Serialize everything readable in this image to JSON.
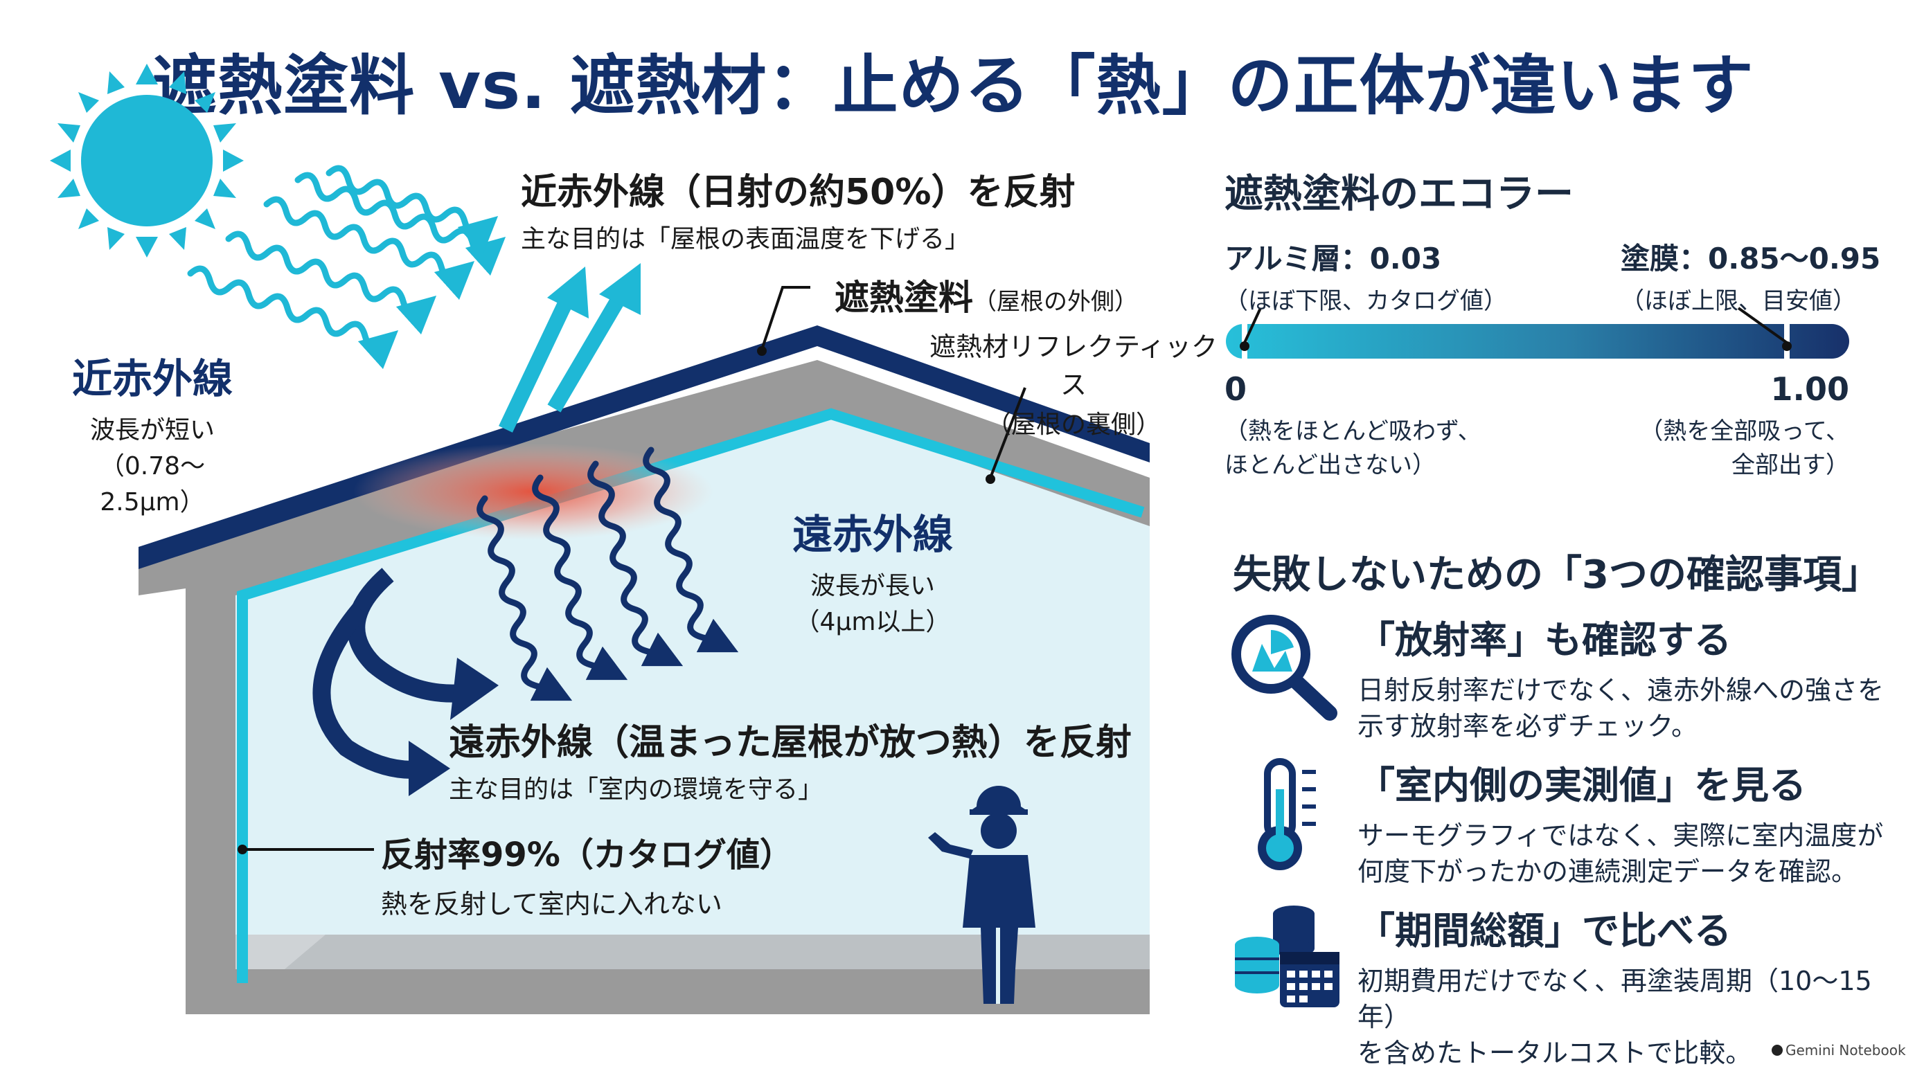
{
  "title": "遮熱塗料 vs. 遮熱材：止める「熱」の正体が違います",
  "near_ir": {
    "label": "近赤外線",
    "sub1": "波長が短い",
    "sub2": "（0.78〜2.5μm）"
  },
  "reflect_near": {
    "title": "近赤外線（日射の約50%）を反射",
    "sub": "主な目的は「屋根の表面温度を下げる」"
  },
  "paint_label": {
    "main": "遮熱塗料",
    "paren": "（屋根の外側）"
  },
  "sheet_label": {
    "main": "遮熱材リフレクティックス",
    "paren": "（屋根の裏側）"
  },
  "far_ir": {
    "label": "遠赤外線",
    "sub1": "波長が長い",
    "sub2": "（4μm以上）"
  },
  "reflect_far": {
    "title": "遠赤外線（温まった屋根が放つ熱）を反射",
    "sub": "主な目的は「室内の環境を守る」"
  },
  "reflectivity": {
    "title": "反射率99%（カタログ値）",
    "sub": "熱を反射して室内に入れない"
  },
  "emissivity": {
    "section_title": "遮熱塗料のエコラー",
    "alu_label": "アルミ層：0.03",
    "alu_sub": "（ほぼ下限、カタログ値）",
    "coat_label": "塗膜：0.85〜0.95",
    "coat_sub": "（ほぼ上限、目安値）",
    "min_label": "0",
    "min_sub1": "（熱をほとんど吸わず、",
    "min_sub2": "ほとんど出さない）",
    "max_label": "1.00",
    "max_sub1": "（熱を全部吸って、",
    "max_sub2": "全部出す）",
    "alu_value": 0.03,
    "coat_value": 0.9
  },
  "checks": {
    "section_title": "失敗しないための「3つの確認事項」",
    "items": [
      {
        "icon": "magnifier-chart-icon",
        "title": "「放射率」も確認する",
        "line1": "日射反射率だけでなく、遠赤外線への強さを",
        "line2": "示す放射率を必ずチェック。"
      },
      {
        "icon": "thermometer-icon",
        "title": "「室内側の実測値」を見る",
        "line1": "サーモグラフィではなく、実際に室内温度が",
        "line2": "何度下がったかの連続測定データを確認。"
      },
      {
        "icon": "coins-calendar-icon",
        "title": "「期間総額」で比べる",
        "line1": "初期費用だけでなく、再塗装周期（10〜15年）",
        "line2": "を含めたトータルコストで比較。"
      }
    ]
  },
  "credit": "Gemini Notebook",
  "colors": {
    "navy": "#12306b",
    "cyan": "#1fb8d6",
    "sheet": "#20c2dc",
    "interior": "#dff2f7",
    "wall": "#9a9a9a",
    "heat": "#e8503a"
  }
}
